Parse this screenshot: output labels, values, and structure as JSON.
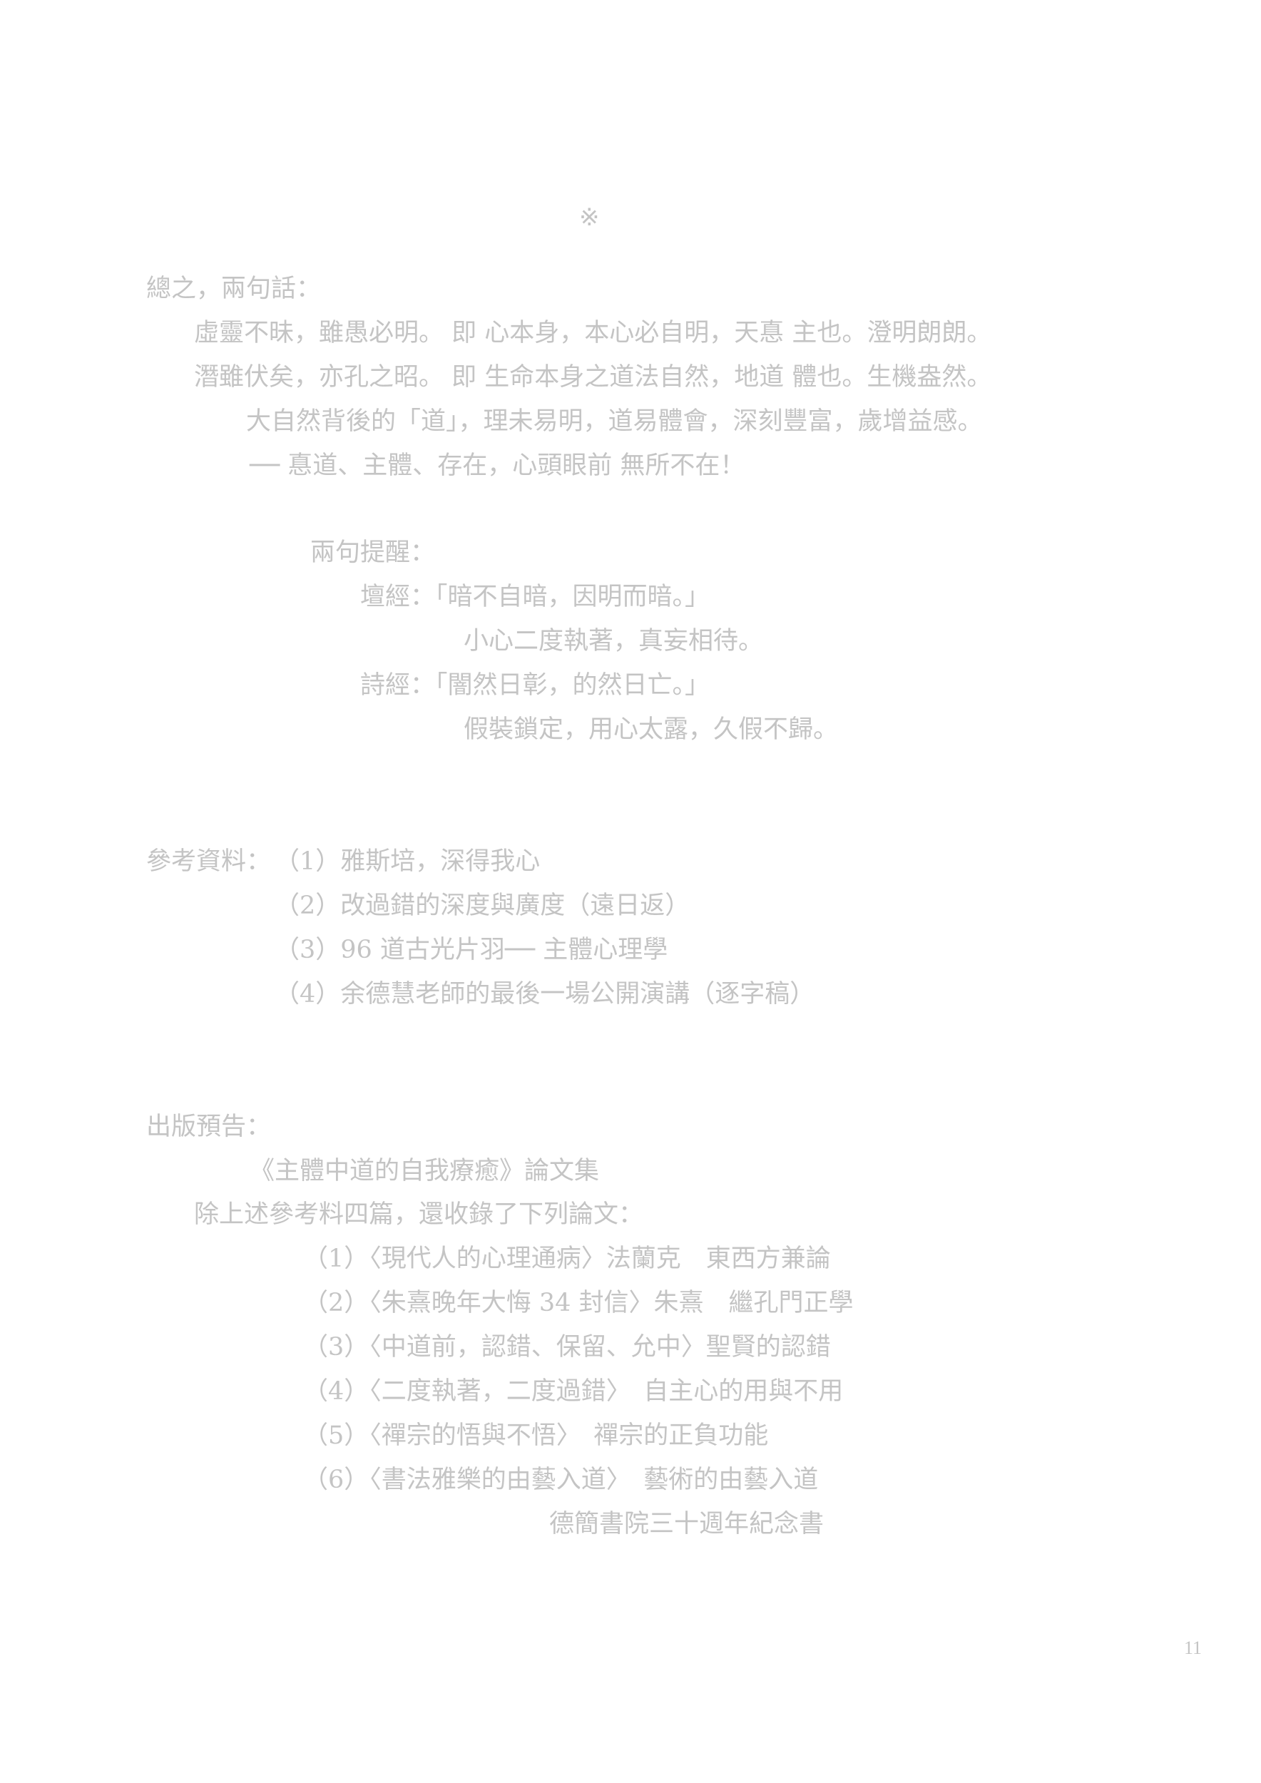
{
  "separator": "※",
  "summary": {
    "heading": "總之，兩句話：",
    "lines": [
      "虛靈不昧，雖愚必明。 即 心本身，本心必自明，天惪 主也。澄明朗朗。",
      "潛雖伏矣，亦孔之昭。 即 生命本身之道法自然，地道 體也。生機盎然。",
      "大自然背後的「道」，理未易明，道易體會，深刻豐富，歲增益感。",
      "── 惪道、主體、存在，心頭眼前 無所不在！"
    ]
  },
  "reminders": {
    "heading": "兩句提醒：",
    "lines": [
      "壇經：「暗不自暗，因明而暗。」",
      "小心二度執著，真妄相待。",
      "詩經：「闇然日彰，的然日亡。」",
      "假裝鎖定，用心太露，久假不歸。"
    ]
  },
  "references": {
    "label": "參考資料：",
    "items": [
      "（1）雅斯培，深得我心",
      "（2）改過錯的深度與廣度（遠日返）",
      "（3）96 道古光片羽── 主體心理學",
      "（4）余德慧老師的最後一場公開演講（逐字稿）"
    ]
  },
  "publication": {
    "heading": "出版預告：",
    "book_title": "《主體中道的自我療癒》論文集",
    "intro": "除上述參考料四篇，還收錄了下列論文：",
    "items": [
      "（1）〈現代人的心理通病〉法蘭克　東西方兼論",
      "（2）〈朱熹晚年大悔 34 封信〉朱熹　繼孔門正學",
      "（3）〈中道前，認錯、保留、允中〉聖賢的認錯",
      "（4）〈二度執著，二度過錯〉　自主心的用與不用",
      "（5）〈禪宗的悟與不悟〉　禪宗的正負功能",
      "（6）〈書法雅樂的由藝入道〉　藝術的由藝入道"
    ],
    "note": "德簡書院三十週年紀念書"
  },
  "page_number": "11"
}
